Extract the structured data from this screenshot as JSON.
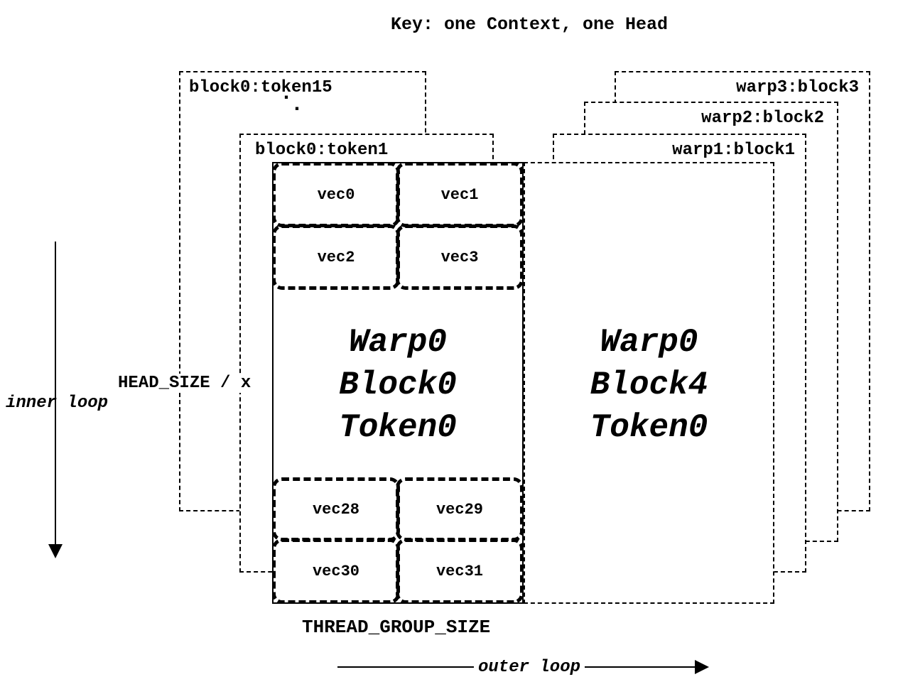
{
  "title": "Key: one Context, one Head",
  "left_stack": {
    "back_label": "block0:token15",
    "front_label": "block0:token1",
    "dot": "·"
  },
  "right_stack": {
    "warp3": "warp3:block3",
    "warp2": "warp2:block2",
    "warp1": "warp1:block1"
  },
  "main_block": {
    "vec_top": [
      "vec0",
      "vec1",
      "vec2",
      "vec3"
    ],
    "lines": [
      "Warp0",
      "Block0",
      "Token0"
    ],
    "vec_bottom": [
      "vec28",
      "vec29",
      "vec30",
      "vec31"
    ]
  },
  "right_block": {
    "lines": [
      "Warp0",
      "Block4",
      "Token0"
    ]
  },
  "labels": {
    "head_size": "HEAD_SIZE / x",
    "inner_loop": "inner loop",
    "thread_group_size": "THREAD_GROUP_SIZE",
    "outer_loop": "outer loop"
  }
}
